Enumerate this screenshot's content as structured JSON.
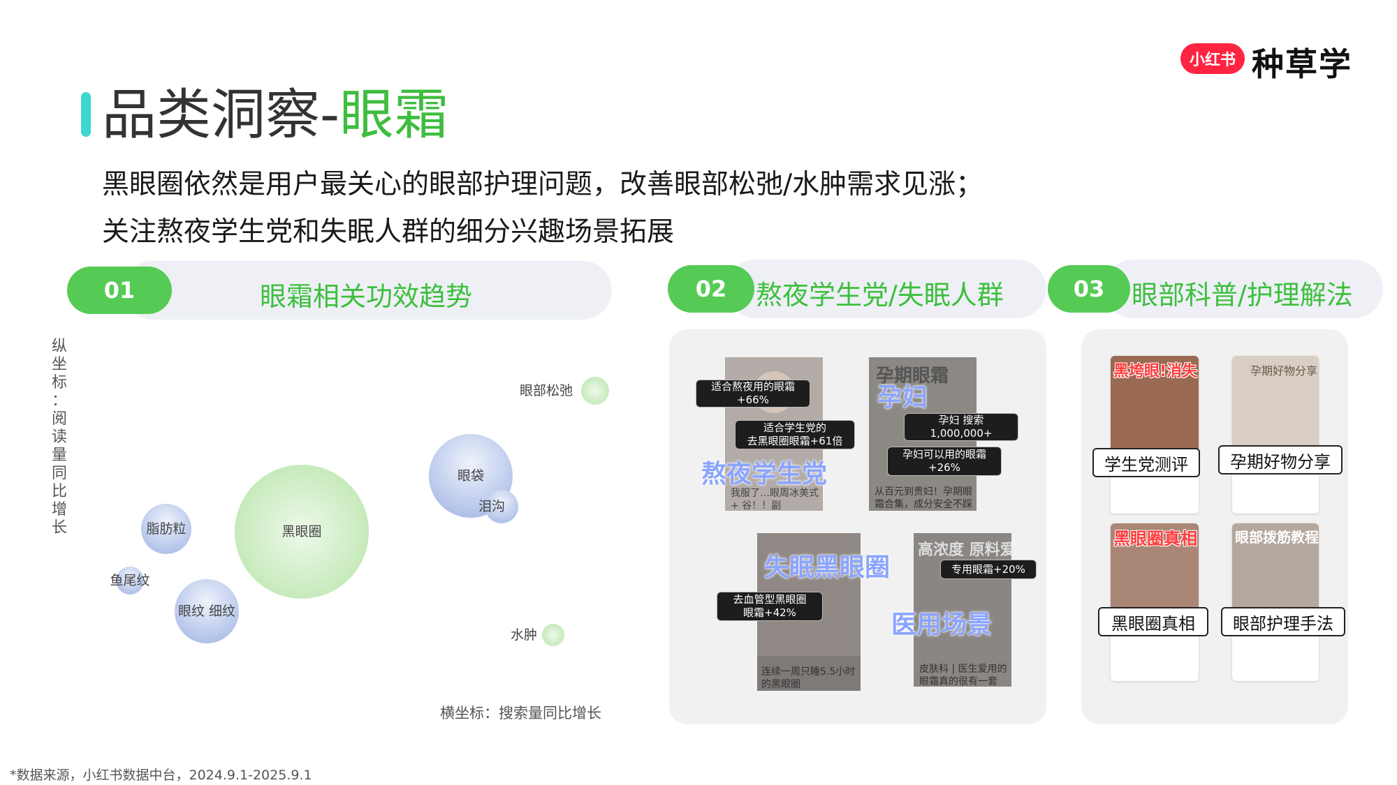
{
  "logo": {
    "badge": "小红书",
    "text": "种草学"
  },
  "title": {
    "prefix": "品类洞察-",
    "highlight": "眼霜"
  },
  "subtitle": {
    "line1": "黑眼圈依然是用户最关心的眼部护理问题，改善眼部松弛/水肿需求见涨；",
    "line2": "关注熬夜学生党和失眠人群的细分兴趣场景拓展"
  },
  "sections": [
    {
      "num": "01",
      "label": "眼霜相关功效趋势"
    },
    {
      "num": "02",
      "label": "熬夜学生党/失眠人群"
    },
    {
      "num": "03",
      "label": "眼部科普/护理解法"
    }
  ],
  "chart_data": {
    "type": "scatter",
    "ylabel": "纵坐标：阅读量同比增长",
    "xlabel": "横坐标：搜索量同比增长",
    "points": [
      {
        "label": "眼部松弛",
        "color": "#c9ebc0"
      },
      {
        "label": "眼袋",
        "color": "#b5c6ec"
      },
      {
        "label": "泪沟",
        "color": "#b5c6ec"
      },
      {
        "label": "脂肪粒",
        "color": "#b5c6ec"
      },
      {
        "label": "黑眼圈",
        "color": "#c9ebc0"
      },
      {
        "label": "鱼尾纹",
        "color": "#b5c6ec"
      },
      {
        "label": "眼纹 细纹",
        "color": "#b5c6ec"
      },
      {
        "label": "水肿",
        "color": "#c9ebc0"
      }
    ]
  },
  "panel2": {
    "overlays": [
      "熬夜学生党",
      "孕妇",
      "失眠黑眼圈",
      "医用场景"
    ],
    "card_heads": [
      "孕期眼霜",
      "高浓度 原料爱"
    ],
    "tags": [
      {
        "line1": "适合熬夜用的眼霜",
        "line2": "+66%"
      },
      {
        "line1": "适合学生党的",
        "line2": "去黑眼圈眼霜+61倍"
      },
      {
        "line1": "孕妇 搜索",
        "line2": "1,000,000+"
      },
      {
        "line1": "孕妇可以用的眼霜",
        "line2": "+26%"
      },
      {
        "line1": "去血管型黑眼圈",
        "line2": "眼霜+42%"
      },
      {
        "line1": "专用眼霜+20%",
        "line2": ""
      }
    ],
    "card_texts": [
      "我服了…眼周冰美式+ 谷！！副牛！！！",
      "从百元到贵妇！孕期眼霜合集，成分安全不踩雷",
      "连续一周只睡5.5小时的黑眼圈",
      "皮肤科 | 医生爱用的眼霜真的很有一套"
    ]
  },
  "panel3": {
    "items": [
      {
        "head": "黑垮眼!消失!",
        "label": "学生党测评"
      },
      {
        "head": "孕期好物分享",
        "label": "孕期好物分享"
      },
      {
        "head": "黑眼圈真相",
        "label": "黑眼圈真相"
      },
      {
        "head": "眼部拨筋教程",
        "label": "眼部护理手法"
      }
    ]
  },
  "footnote": "*数据来源，小红书数据中台，2024.9.1-2025.9.1"
}
